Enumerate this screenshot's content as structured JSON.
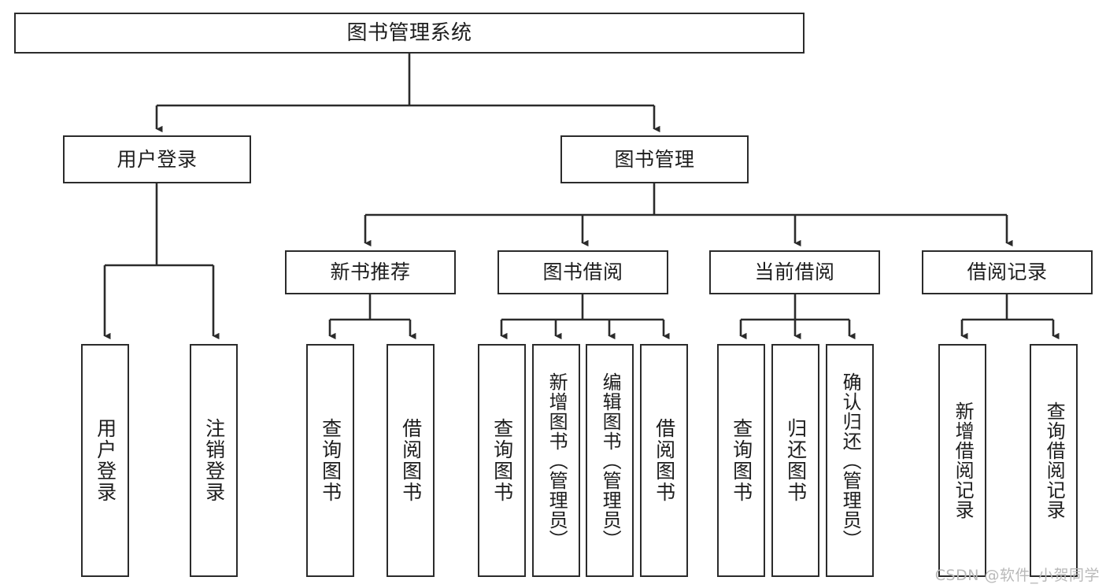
{
  "diagram": {
    "title": "图书管理系统",
    "watermark": "CSDN @软件_小贺同学",
    "colors": {
      "stroke": "#2b2b2b",
      "fill": "#ffffff",
      "text": "#1d1d1d",
      "watermark": "#b9b9b9"
    },
    "levels": {
      "root": {
        "label": "图书管理系统"
      },
      "level1": [
        {
          "label": "用户登录"
        },
        {
          "label": "图书管理"
        }
      ],
      "level2": [
        {
          "label": "新书推荐"
        },
        {
          "label": "图书借阅"
        },
        {
          "label": "当前借阅"
        },
        {
          "label": "借阅记录"
        }
      ],
      "leaves": {
        "user_login": [
          {
            "label": "用户登录"
          },
          {
            "label": "注销登录"
          }
        ],
        "new_book": [
          {
            "label": "查询图书"
          },
          {
            "label": "借阅图书"
          }
        ],
        "book_borrow": [
          {
            "label": "查询图书"
          },
          {
            "label": "新增图书（管理员）"
          },
          {
            "label": "编辑图书（管理员）"
          },
          {
            "label": "借阅图书"
          }
        ],
        "current_borrow": [
          {
            "label": "查询图书"
          },
          {
            "label": "归还图书"
          },
          {
            "label": "确认归还（管理员）"
          }
        ],
        "borrow_record": [
          {
            "label": "新增借阅记录"
          },
          {
            "label": "查询借阅记录"
          }
        ]
      }
    }
  }
}
